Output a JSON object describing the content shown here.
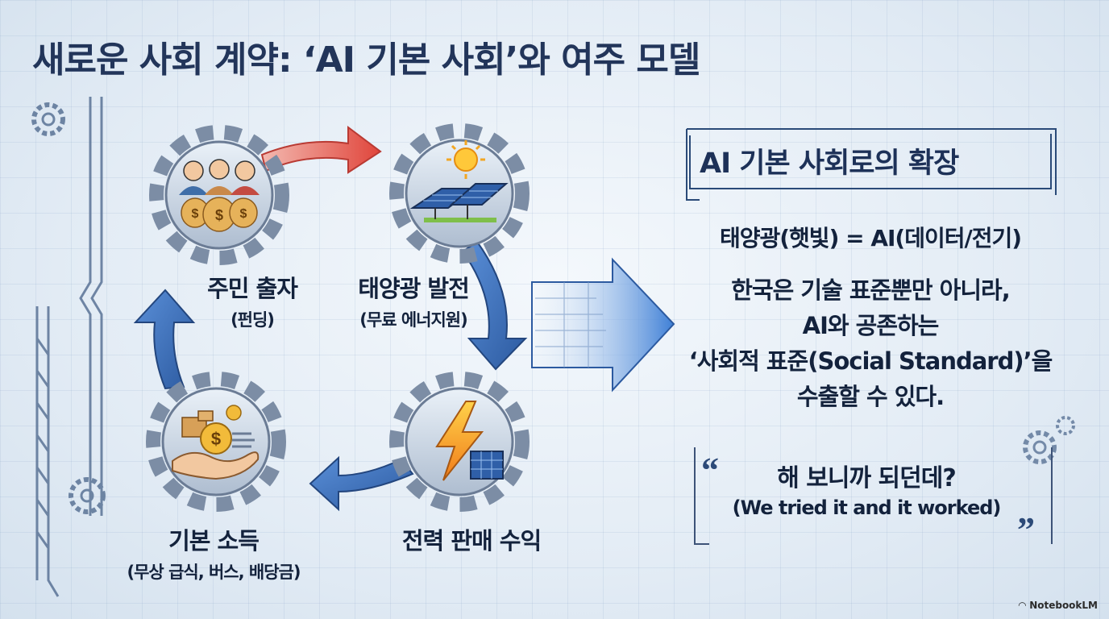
{
  "title": "새로운 사회 계약: ‘AI 기본 사회’와 여주 모델",
  "cycle": [
    {
      "label": "주민 출자",
      "sub": "(펀딩)",
      "icon": "people-moneybags-icon"
    },
    {
      "label": "태양광 발전",
      "sub": "(무료 에너지원)",
      "icon": "sun-solar-panel-icon"
    },
    {
      "label": "전력 판매 수익",
      "sub": "",
      "icon": "lightning-bolt-icon"
    },
    {
      "label": "기본 소득",
      "sub": "(무상 급식, 버스, 배당금)",
      "icon": "hand-coins-icon"
    }
  ],
  "side": {
    "heading": "AI 기본 사회로의 확장",
    "equation": "태양광(햇빛) = AI(데이터/전기)",
    "body_lines": [
      "한국은 기술 표준뿐만 아니라,",
      "AI와 공존하는",
      "‘사회적 표준(Social Standard)’을",
      "수출할 수 있다."
    ],
    "quote_main": "해 보니까 되던데?",
    "quote_sub": "(We tried it and it worked)"
  },
  "brand": "NotebookLM",
  "colors": {
    "accent_red": "#e4524a",
    "accent_blue": "#3e7fd6",
    "dark": "#22355a"
  }
}
